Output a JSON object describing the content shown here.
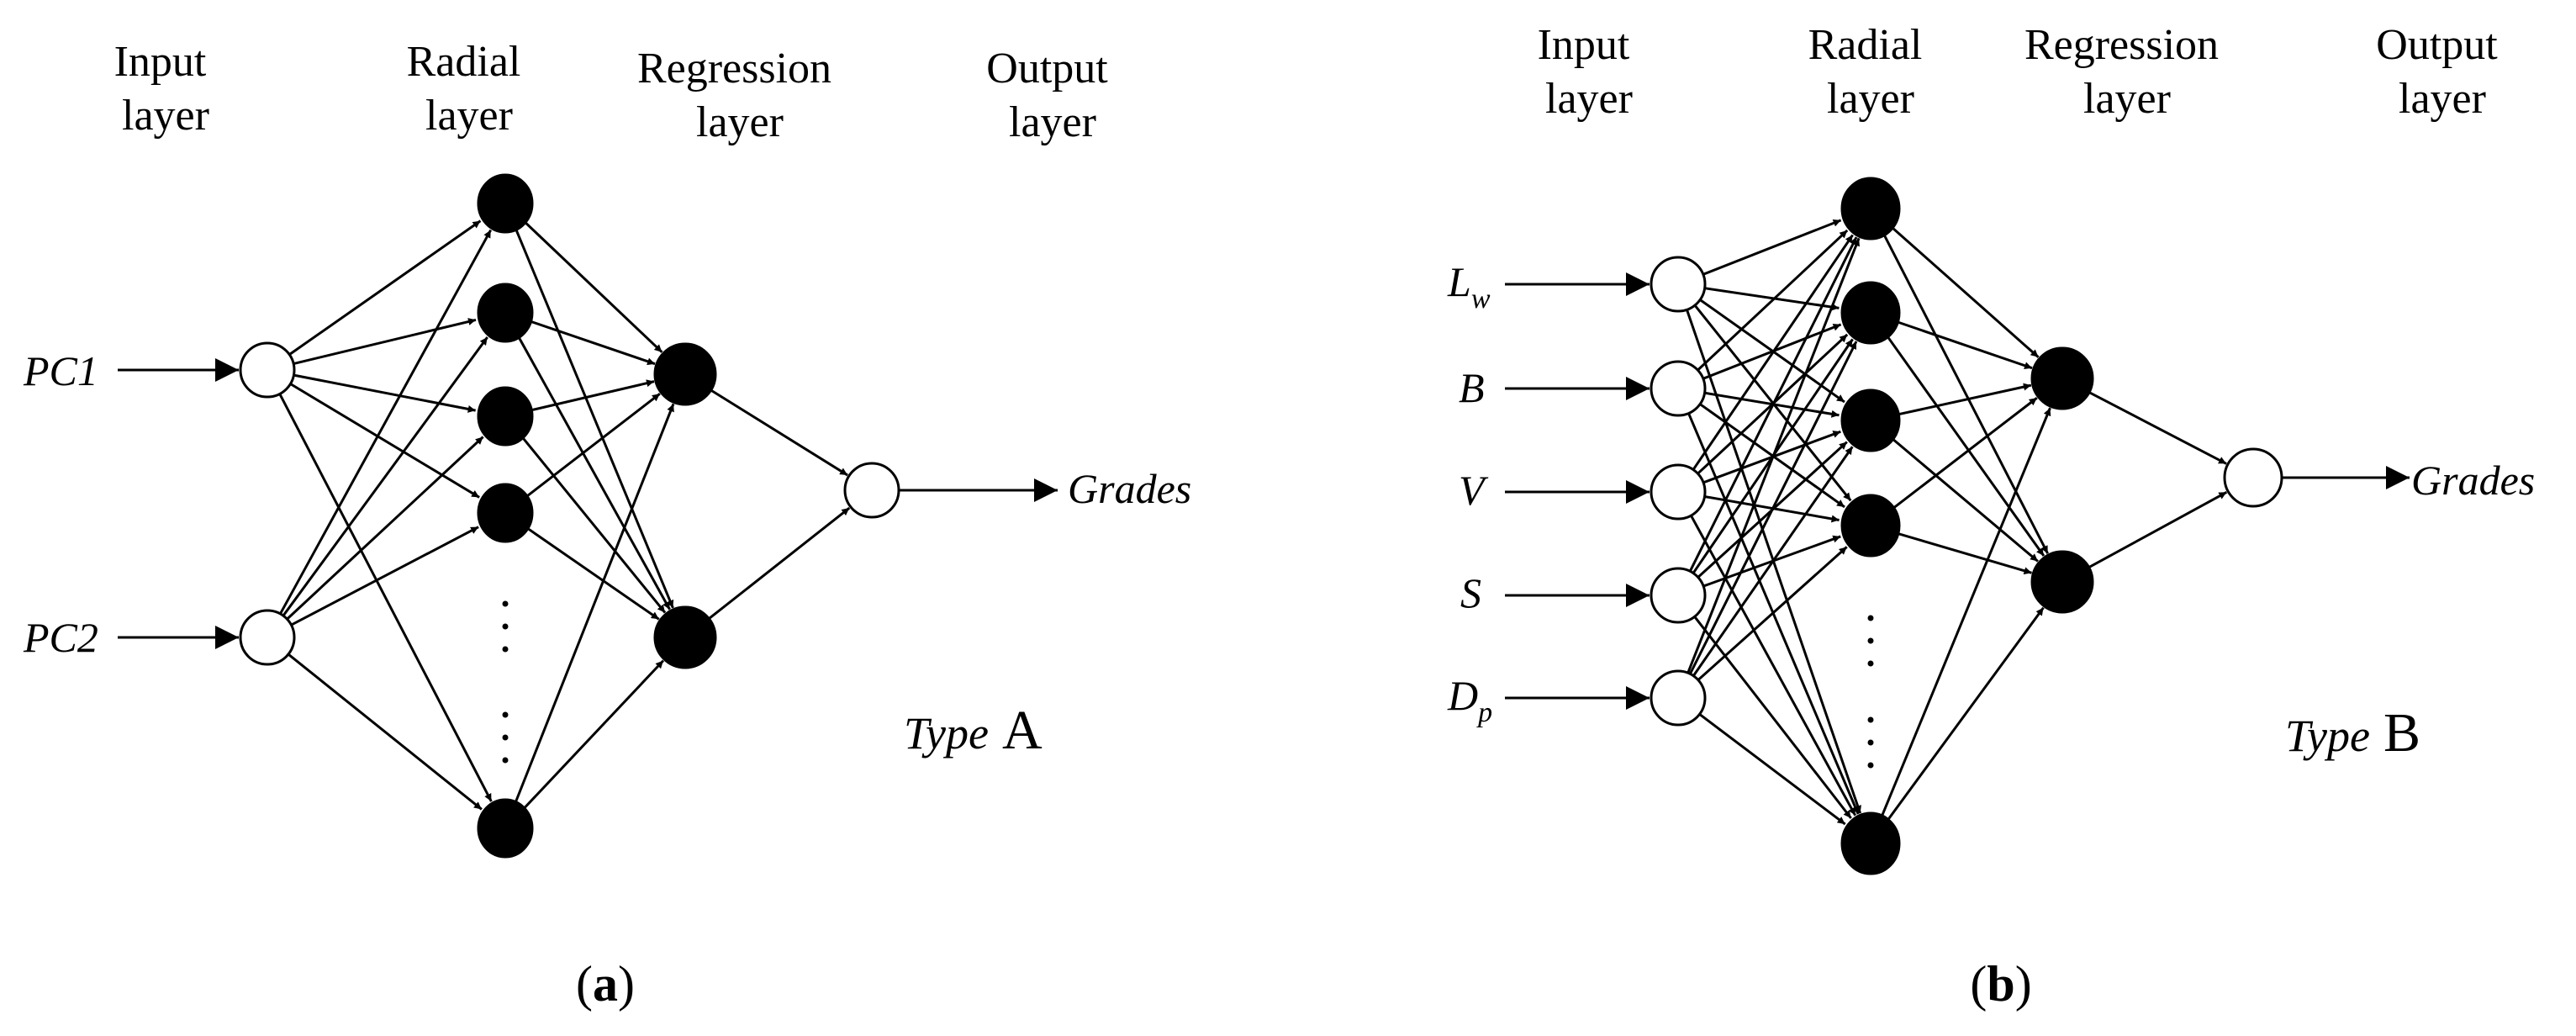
{
  "panels": [
    {
      "id": "a",
      "caption_open": "(",
      "caption_letter": "a",
      "caption_close": ")",
      "headers": {
        "input": [
          "Input",
          "layer"
        ],
        "radial": [
          "Radial",
          "layer"
        ],
        "regression": [
          "Regression",
          "layer"
        ],
        "output": [
          "Output",
          "layer"
        ]
      },
      "inputs": [
        "PC1",
        "PC2"
      ],
      "output_label": "Grades",
      "type_word": "Type",
      "type_letter": "A"
    },
    {
      "id": "b",
      "caption_open": "(",
      "caption_letter": "b",
      "caption_close": ")",
      "headers": {
        "input": [
          "Input",
          "layer"
        ],
        "radial": [
          "Radial",
          "layer"
        ],
        "regression": [
          "Regression",
          "layer"
        ],
        "output": [
          "Output",
          "layer"
        ]
      },
      "inputs": [
        {
          "base": "L",
          "sub": "w"
        },
        {
          "base": "B",
          "sub": ""
        },
        {
          "base": "V",
          "sub": ""
        },
        {
          "base": "S",
          "sub": ""
        },
        {
          "base": "D",
          "sub": "p"
        }
      ],
      "output_label": "Grades",
      "type_word": "Type",
      "type_letter": "B"
    }
  ],
  "colors": {
    "background": "#ffffff",
    "line": "#000000",
    "filled_node": "#000000",
    "open_node": "#ffffff"
  }
}
